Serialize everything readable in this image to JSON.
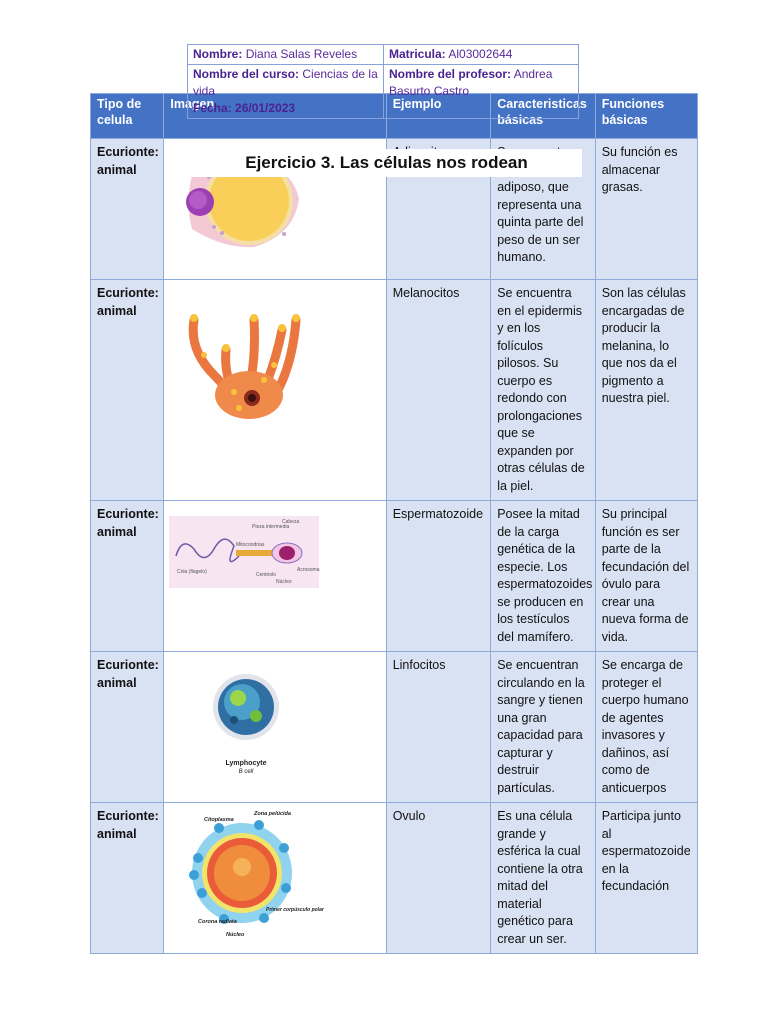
{
  "header": {
    "nombre_label": "Nombre:",
    "nombre_value": "Diana Salas Reveles",
    "matricula_label": "Matricula:",
    "matricula_value": "Al03002644",
    "curso_label": "Nombre del curso:",
    "curso_value": "Ciencias de la vida",
    "profesor_label": "Nombre del profesor:",
    "profesor_value": "Andrea Basurto Castro",
    "fecha_label": "Fecha:",
    "fecha_value": "26/01/2023"
  },
  "title": "Ejercicio 3. Las células nos rodean",
  "table": {
    "headers": [
      "Tipo de celula",
      "Imagen",
      "Ejemplo",
      "Caracteristicas básicas",
      "Funciones básicas"
    ],
    "rows": [
      {
        "tipo": "Ecurionte: animal",
        "ejemplo": "Adipocito",
        "caracteristicas": "Se encuentras ele tejido adiposo, que representa una quinta parte del peso de un ser humano.",
        "funciones": "Su función es almacenar grasas."
      },
      {
        "tipo": "Ecurionte: animal",
        "ejemplo": "Melanocitos",
        "caracteristicas": "Se encuentra en el epidermis y en los folículos pilosos. Su cuerpo es redondo con prolongaciones que se expanden por otras células de la piel.",
        "funciones": "Son las células encargadas de producir la melanina, lo que nos da el pigmento a nuestra piel."
      },
      {
        "tipo": "Ecurionte: animal",
        "ejemplo": "Espermatozoide",
        "caracteristicas": "Posee la mitad de la carga genética de la especie. Los espermatozoides se producen en los testículos del mamífero.",
        "funciones": "Su principal función es ser parte de la fecundación del óvulo para crear una nueva forma de vida."
      },
      {
        "tipo": "Ecurionte: animal",
        "ejemplo": "Linfocitos",
        "caracteristicas": "Se encuentran circulando en la sangre y tienen una gran capacidad para capturar y destruir partículas.",
        "funciones": "Se encarga de proteger el cuerpo humano de agentes invasores y dañinos, así como de anticuerpos"
      },
      {
        "tipo": "Ecurionte: animal",
        "ejemplo": "Ovulo",
        "caracteristicas": "Es una célula grande y esférica la cual contiene la otra mitad del material genético para crear un ser.",
        "funciones": "Participa junto al espermatozoide en la fecundación"
      }
    ]
  },
  "images": {
    "sperm_labels": {
      "pieza": "Pieza intermedia",
      "cabeza": "Cabeza",
      "mito": "Mitocondrias",
      "acrosoma": "Acrosoma",
      "cola": "Cola (flagelo)",
      "centriolo": "Centriolo",
      "nucleo": "Núcleo"
    },
    "lymph_caption": "Lymphocyte",
    "lymph_sub": "B cell",
    "ovulo_labels": {
      "citoplasma": "Citoplasma",
      "zona": "Zona pelúcida",
      "corona": "Corona radiata",
      "primer": "Primer corpúsculo polar",
      "nucleo": "Núcleo"
    }
  }
}
